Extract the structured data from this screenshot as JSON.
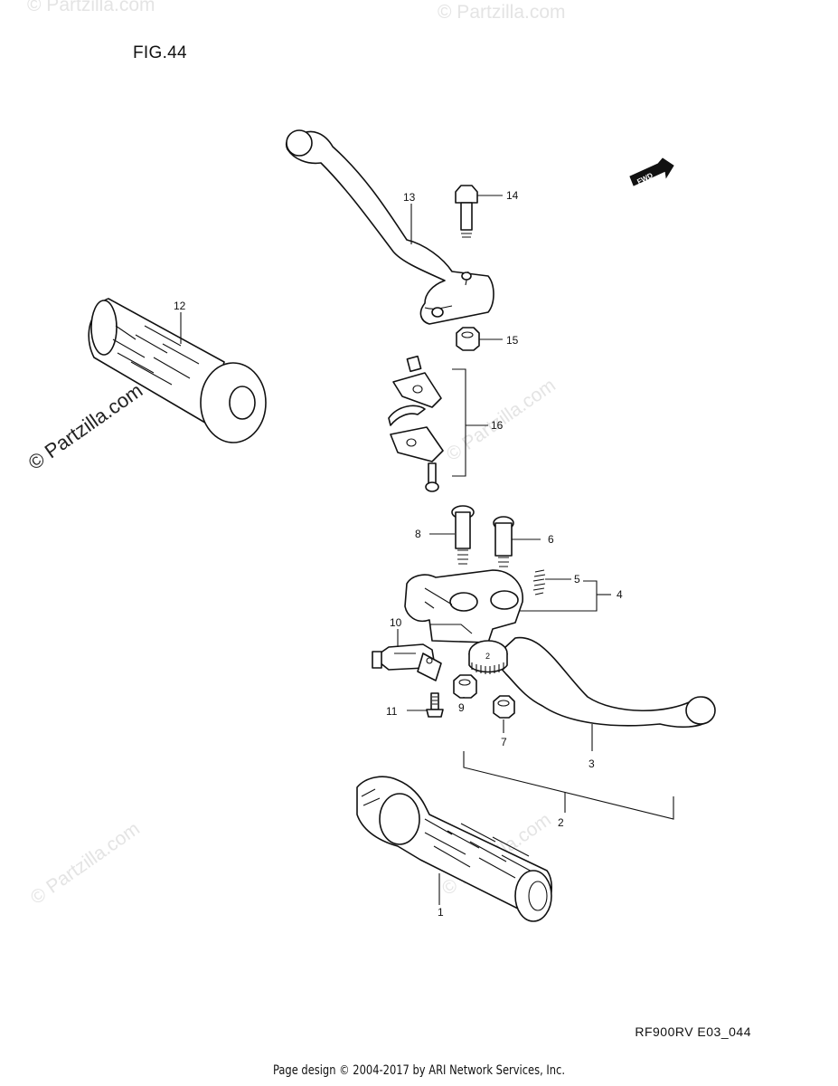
{
  "figure_label": "FIG.44",
  "diagram_code": "RF900RV E03_044",
  "footer": "Page design © 2004-2017 by ARI Network Services, Inc.",
  "watermark": "© Partzilla.com",
  "fwd_badge": "FWD",
  "dial_digit": "2",
  "callouts": [
    "1",
    "2",
    "3",
    "4",
    "5",
    "6",
    "7",
    "8",
    "9",
    "10",
    "11",
    "12",
    "13",
    "14",
    "15",
    "16"
  ]
}
